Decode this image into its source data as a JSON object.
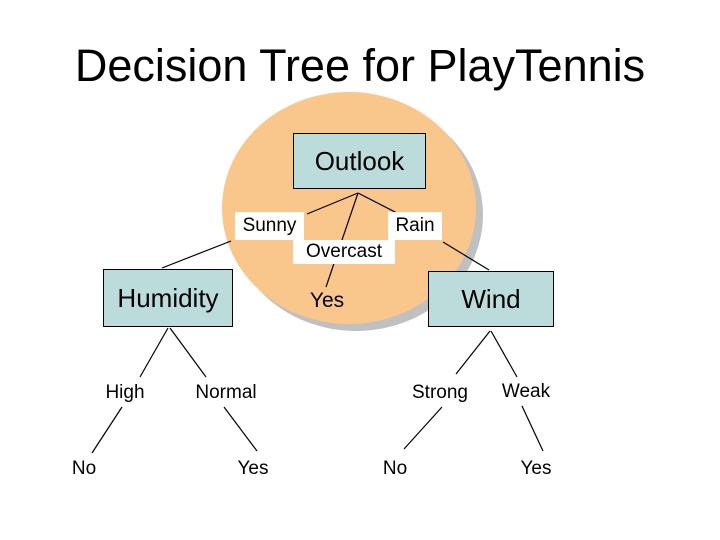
{
  "slide": {
    "title": "Decision Tree for PlayTennis"
  },
  "colors": {
    "ellipse_fill": "#f9c68c",
    "shadow": "#c0c0c0",
    "node_fill": "#bcdcdc",
    "node_border": "#000000",
    "label_bg": "#ffffff",
    "line": "#000000",
    "text": "#000000",
    "background": "#ffffff"
  },
  "tree": {
    "root": {
      "label": "Outlook"
    },
    "branch_labels": {
      "sunny": "Sunny",
      "overcast": "Overcast",
      "rain": "Rain",
      "high": "High",
      "normal": "Normal",
      "strong": "Strong",
      "weak": "Weak"
    },
    "nodes": {
      "humidity": "Humidity",
      "wind": "Wind"
    },
    "outcomes": {
      "overcast_yes": "Yes",
      "high_no": "No",
      "normal_yes": "Yes",
      "strong_no": "No",
      "weak_yes": "Yes"
    }
  }
}
